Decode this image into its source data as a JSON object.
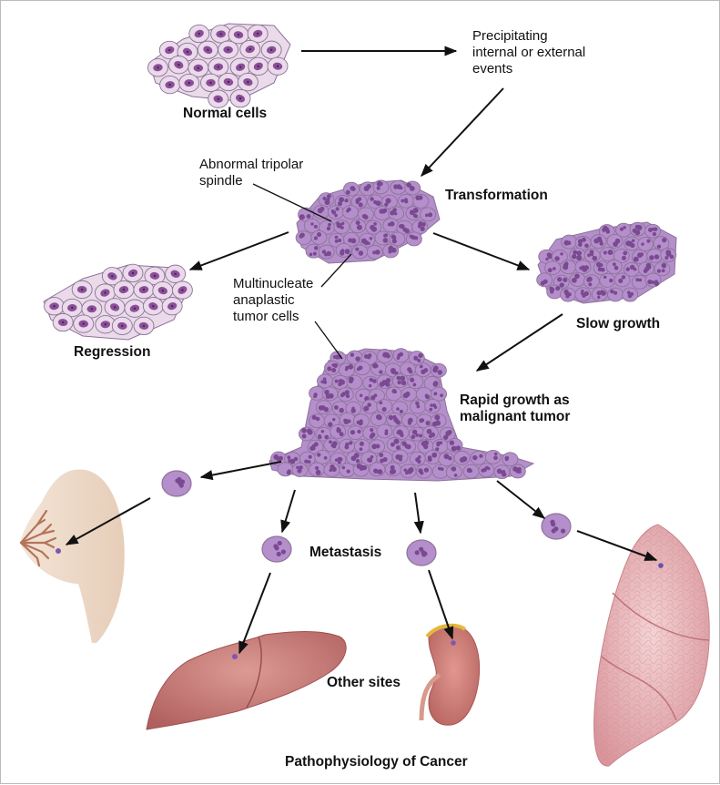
{
  "title": "Pathophysiology of Cancer",
  "labels": {
    "normal_cells": "Normal cells",
    "precipitating": "Precipitating\ninternal or external\nevents",
    "abnormal_spindle": "Abnormal tripolar\nspindle",
    "transformation": "Transformation",
    "multinucleate": "Multinucleate\nanaplastic\ntumor cells",
    "regression": "Regression",
    "slow_growth": "Slow growth",
    "rapid_growth": "Rapid growth as\nmalignant tumor",
    "metastasis": "Metastasis",
    "other_sites": "Other sites"
  },
  "organs": [
    "breast",
    "liver",
    "kidney",
    "lung"
  ],
  "colors": {
    "normal_cell_fill": "#eadaea",
    "normal_nucleus": "#8a4f98",
    "tumor_cell_fill": "#b48fcb",
    "tumor_nucleus": "#7a4a91",
    "cell_border": "#8d7399",
    "breast_skin": "#efdcca",
    "liver": "#c77c78",
    "kidney": "#cf7f79",
    "lung": "#e8b2b6",
    "adrenal": "#e4b83c",
    "arrow": "#111111"
  }
}
